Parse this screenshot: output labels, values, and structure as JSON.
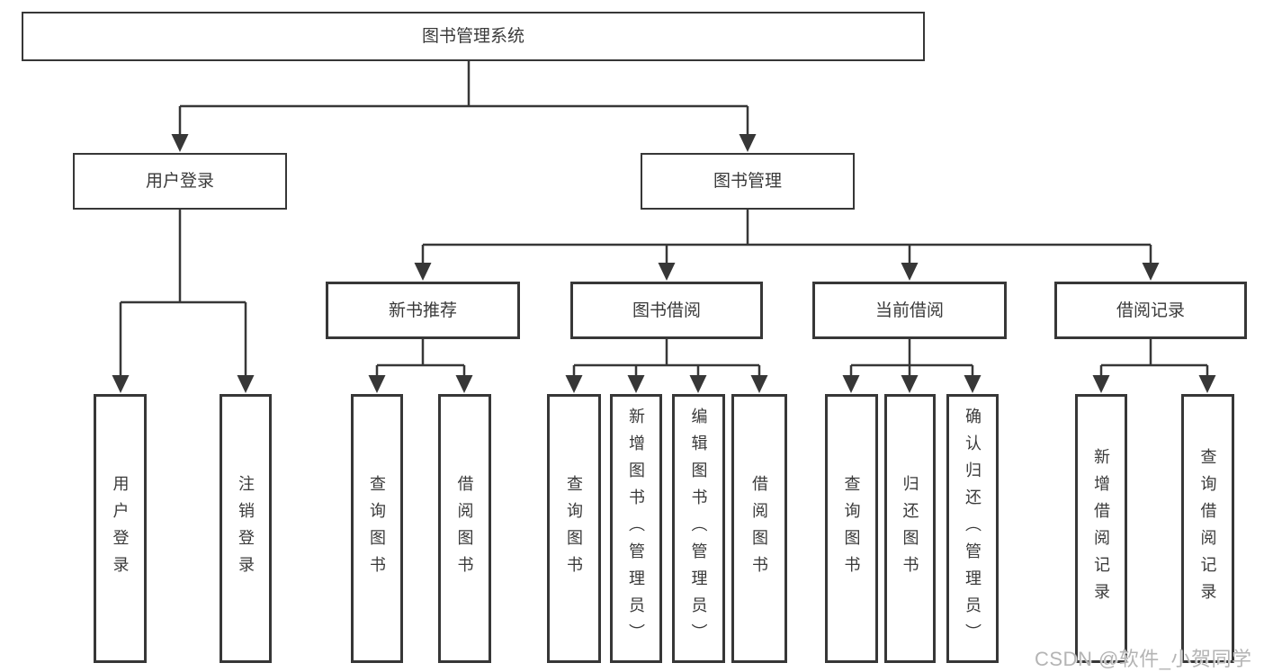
{
  "diagram": {
    "type": "hierarchy-tree",
    "root": {
      "label": "图书管理系统"
    },
    "branches": [
      {
        "label": "用户登录",
        "children": [
          {
            "label": "用户登录"
          },
          {
            "label": "注销登录"
          }
        ]
      },
      {
        "label": "图书管理",
        "children": [
          {
            "label": "新书推荐",
            "children": [
              {
                "label": "查询图书"
              },
              {
                "label": "借阅图书"
              }
            ]
          },
          {
            "label": "图书借阅",
            "children": [
              {
                "label": "查询图书"
              },
              {
                "label": "新增图书（管理员）"
              },
              {
                "label": "编辑图书（管理员）"
              },
              {
                "label": "借阅图书"
              }
            ]
          },
          {
            "label": "当前借阅",
            "children": [
              {
                "label": "查询图书"
              },
              {
                "label": "归还图书"
              },
              {
                "label": "确认归还（管理员）"
              }
            ]
          },
          {
            "label": "借阅记录",
            "children": [
              {
                "label": "新增借阅记录"
              },
              {
                "label": "查询借阅记录"
              }
            ]
          }
        ]
      }
    ],
    "colors": {
      "line": "#373737",
      "box_border": "#373737",
      "text": "#3a3a3a",
      "background": "#ffffff",
      "watermark": "#b4b4b4"
    }
  },
  "watermark": {
    "text": "CSDN @软件_小贺同学"
  }
}
